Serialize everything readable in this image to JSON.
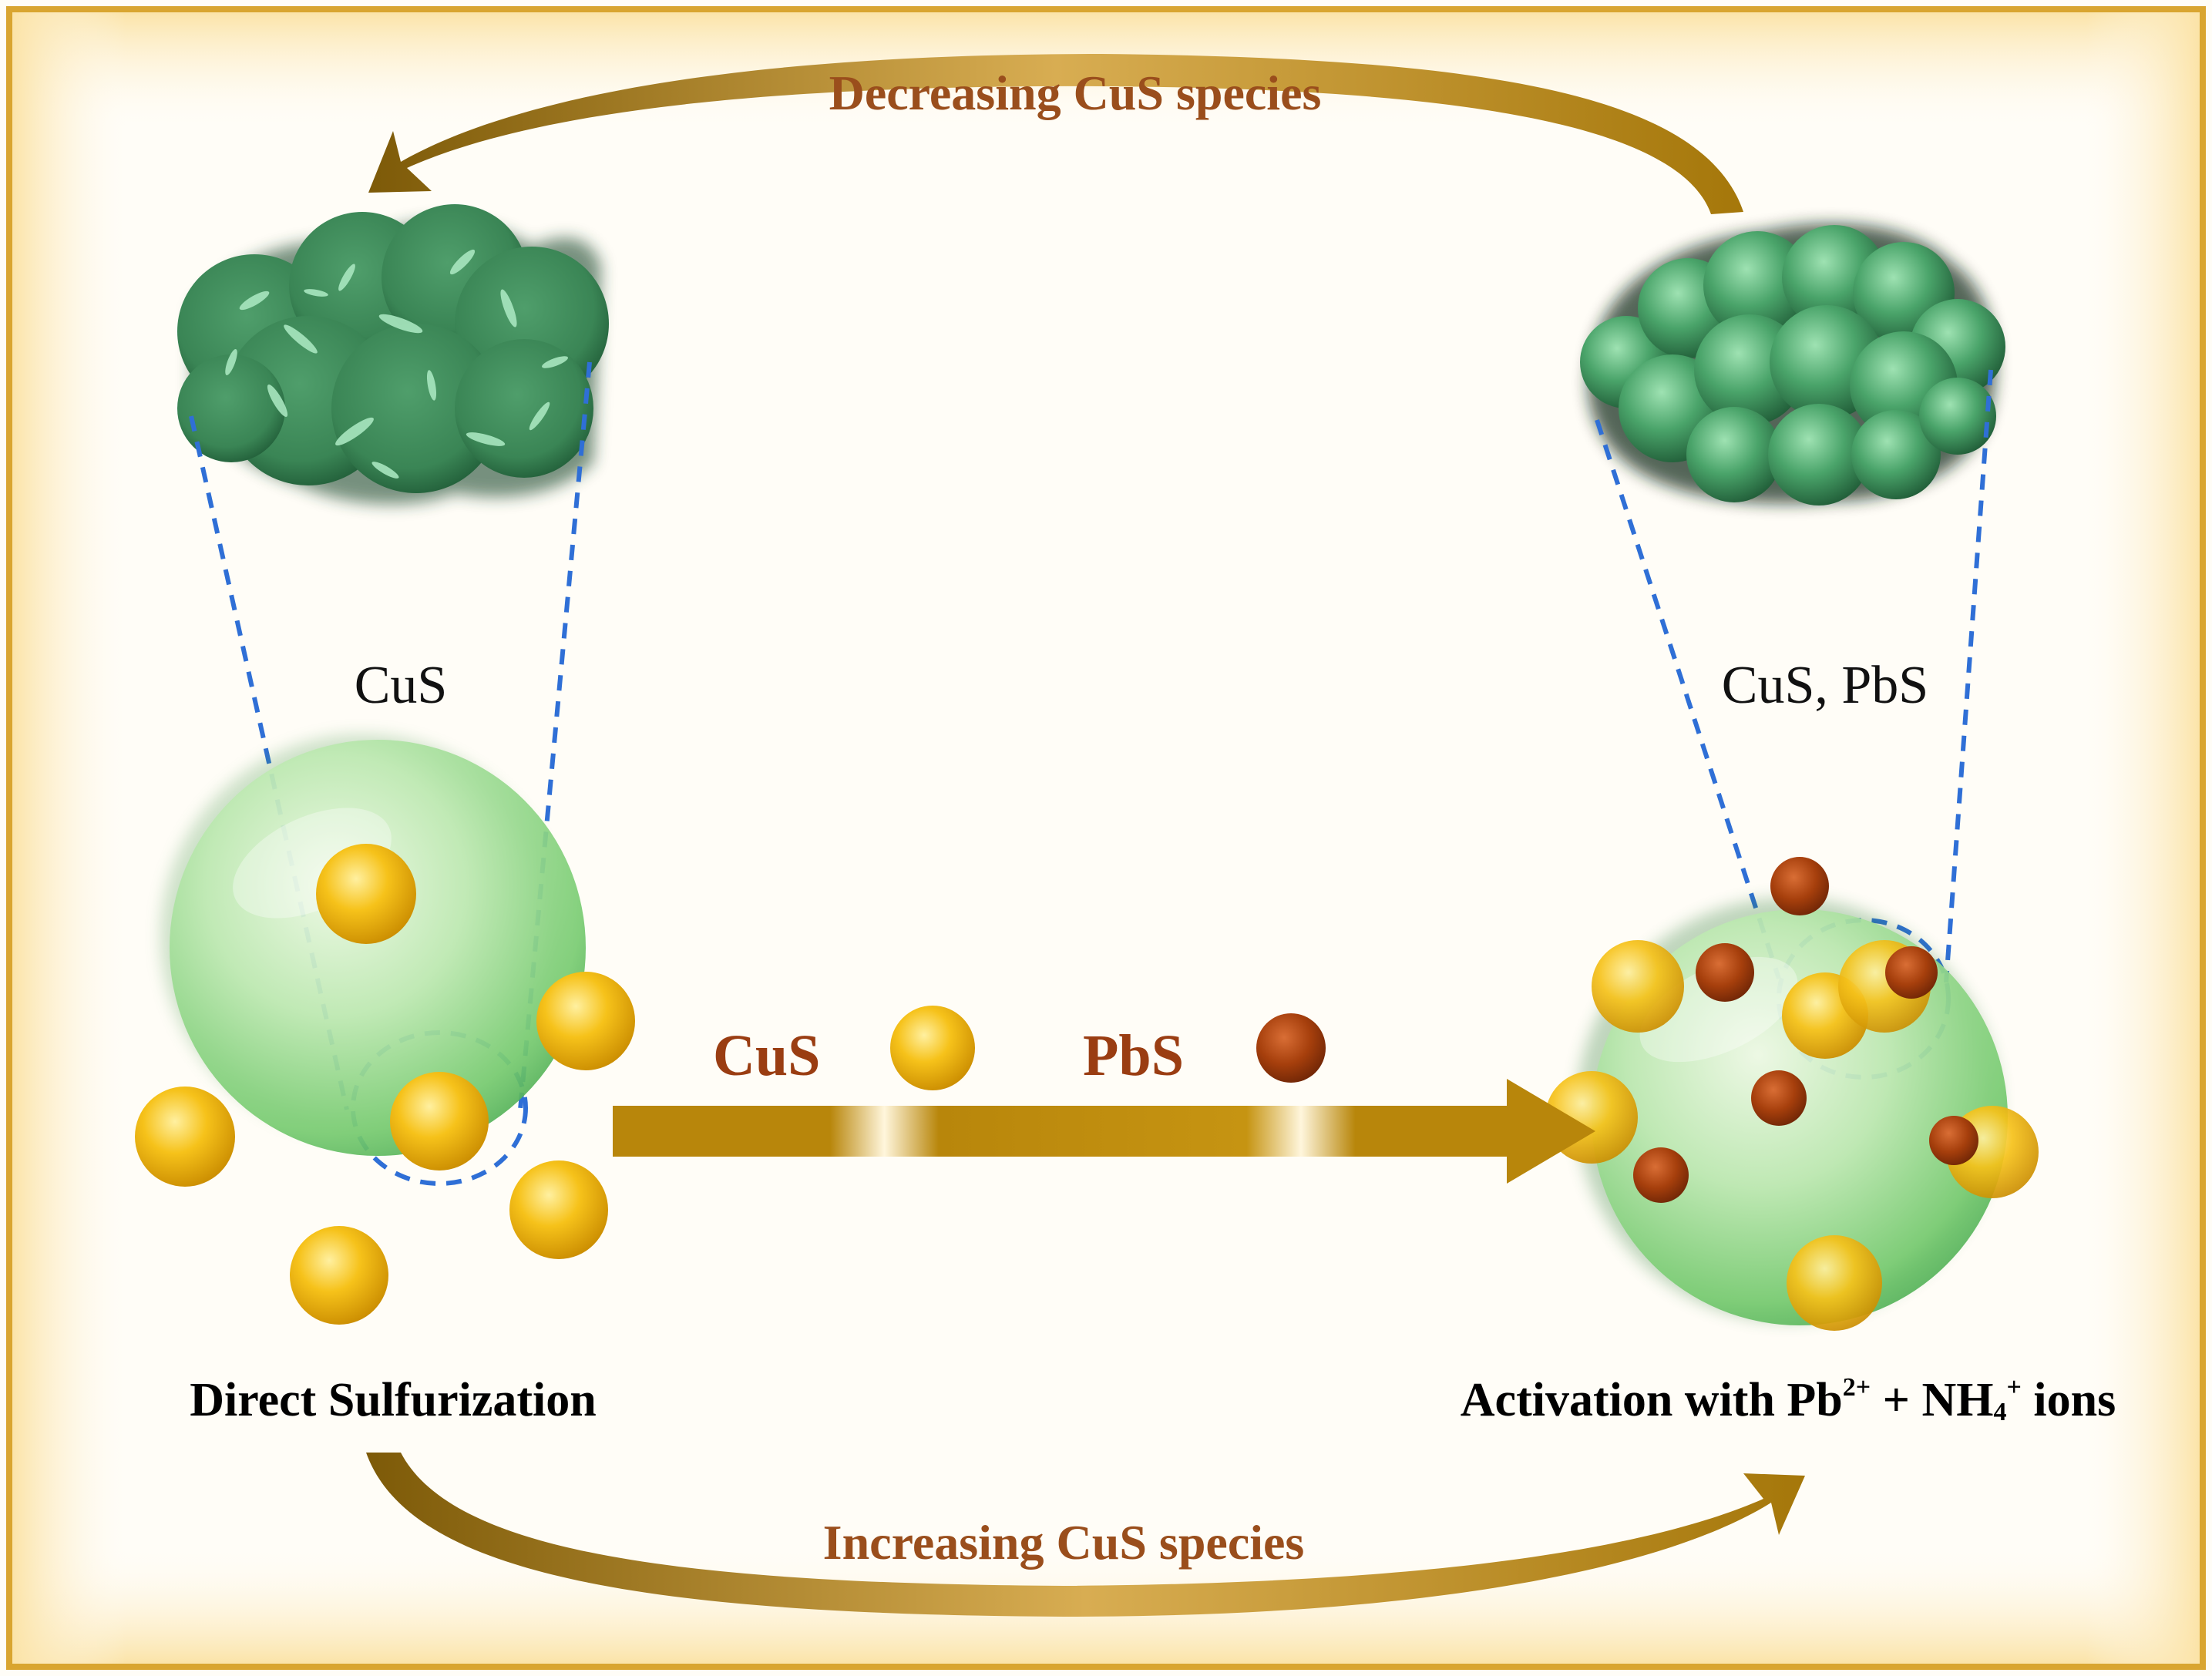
{
  "colors": {
    "frame": "#d9a530",
    "frame_glow": "#fbe8b0",
    "arrow_gold": "#b8860b",
    "arrow_label": "#9a4e1c",
    "cus_sphere": "#f2b90f",
    "pbs_sphere": "#a63f0c",
    "support_sphere": "#8ed88a",
    "sem_green": "#3c8c5a",
    "dashed_line": "#2f6fd6"
  },
  "top_arrow": {
    "label": "Decreasing CuS species",
    "icon": "curved-arrow-left-icon"
  },
  "bottom_arrow": {
    "label": "Increasing CuS species",
    "icon": "curved-arrow-right-icon"
  },
  "left_inset": {
    "label": "CuS",
    "image": "sem-cus-platelets"
  },
  "right_inset": {
    "label": "CuS, PbS",
    "image": "sem-cus-pbs-clusters"
  },
  "legend": {
    "cus_label": "CuS",
    "pbs_label": "PbS",
    "cus_icon": "yellow-sphere-icon",
    "pbs_icon": "brown-sphere-icon"
  },
  "main_arrow": {
    "icon": "right-arrow-icon"
  },
  "left_caption": "Direct Sulfurization",
  "right_caption": {
    "prefix": "Activation with Pb",
    "pb_charge": "2+",
    "middle": " + NH",
    "nh_subscript": "4",
    "nh_charge": "+",
    "suffix": " ions"
  }
}
